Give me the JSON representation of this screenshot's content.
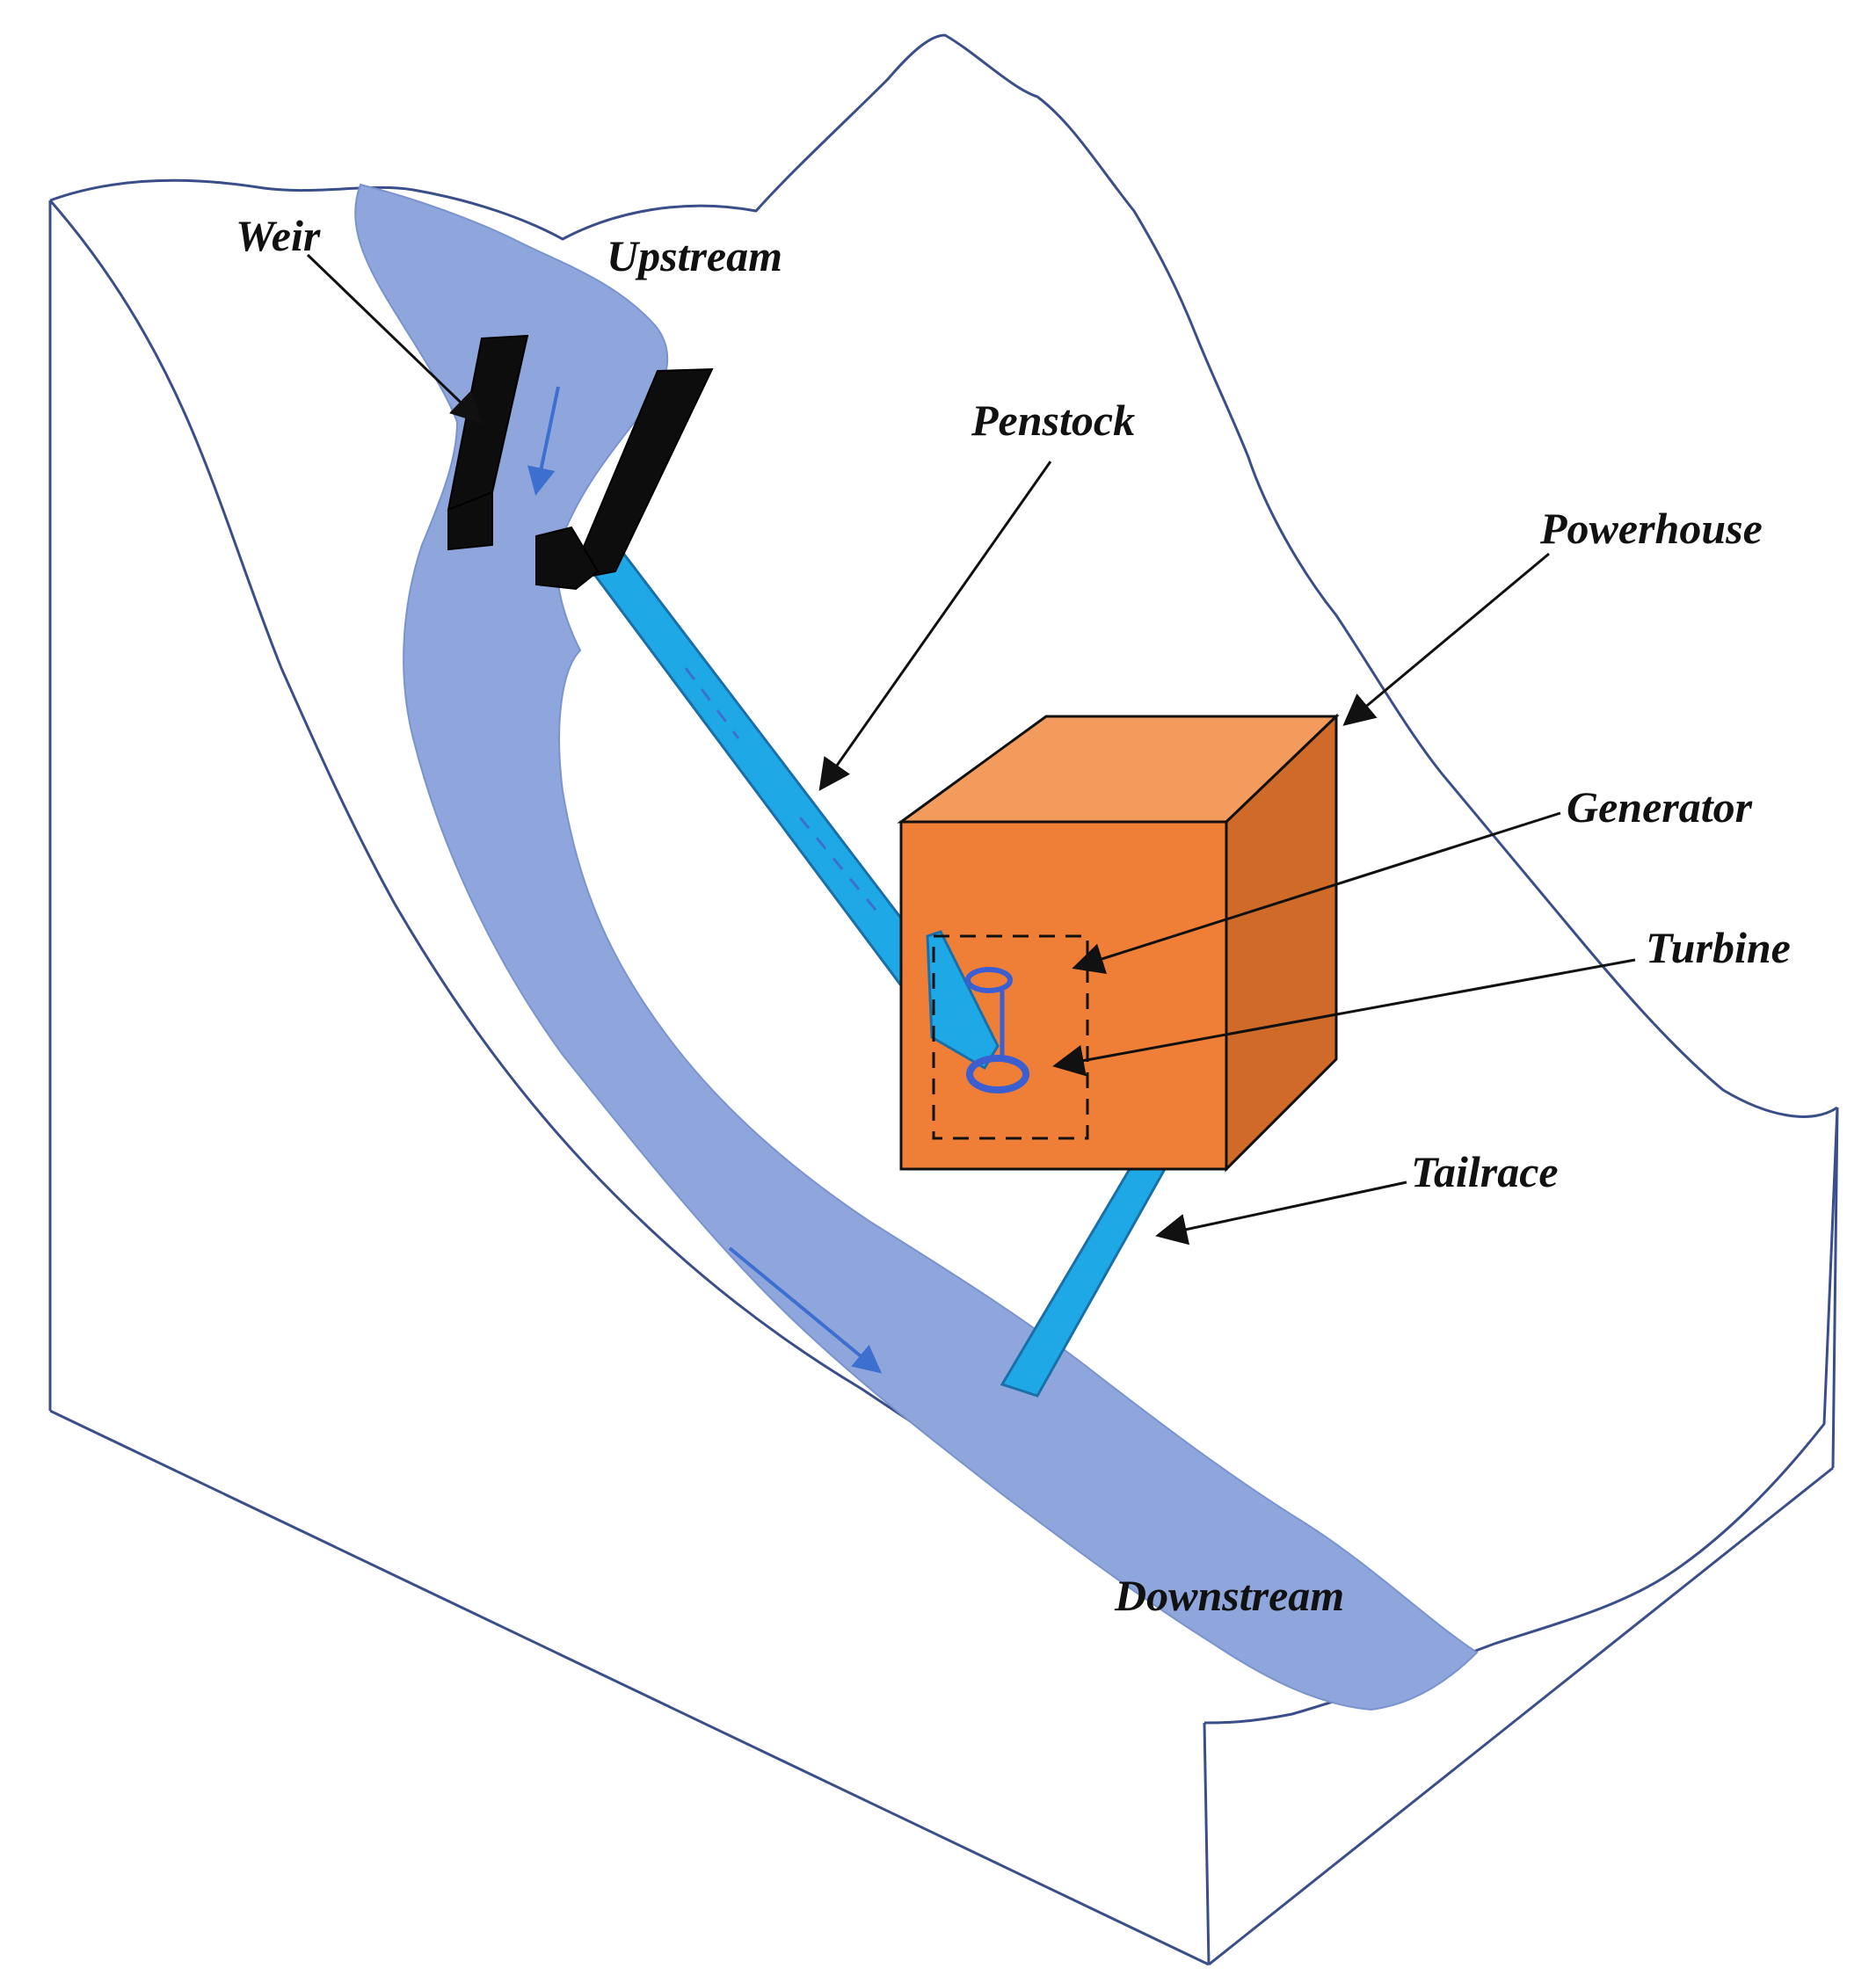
{
  "labels": {
    "weir": "Weir",
    "upstream": "Upstream",
    "penstock": "Penstock",
    "powerhouse": "Powerhouse",
    "generator": "Generator",
    "turbine": "Turbine",
    "tailrace": "Tailrace",
    "downstream": "Downstream"
  },
  "colors": {
    "terrain_outline": "#3a4f8a",
    "river": "#8ea6dc",
    "pipe": "#1fa8e6",
    "pipe_edge": "#1b6fa8",
    "weir": "#0d0d0d",
    "house_front": "#ef7f36",
    "house_top": "#f39b5c",
    "house_side": "#cf6a28",
    "machine": "#3b5fd0",
    "arrow": "#111111"
  }
}
